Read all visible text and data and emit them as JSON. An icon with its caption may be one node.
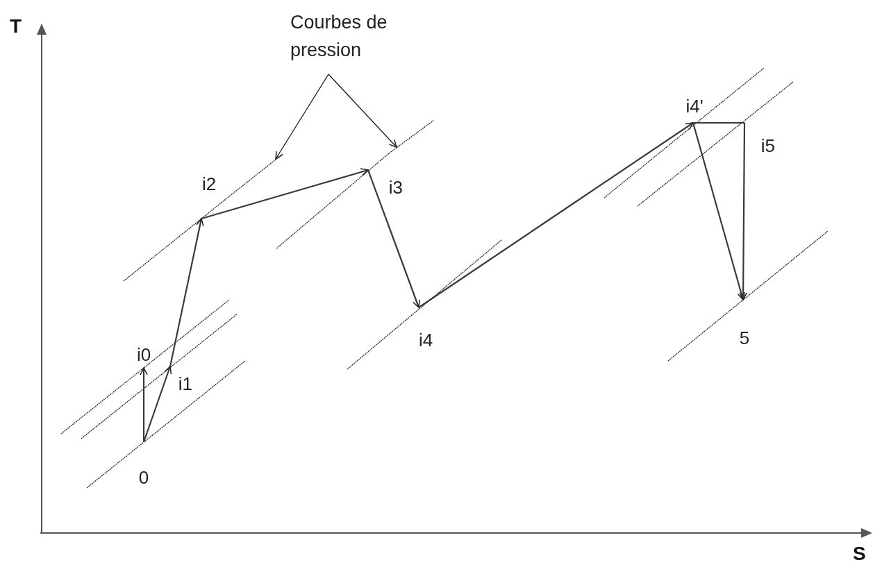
{
  "diagram": {
    "nodes": [
      {
        "text": [
          "Courbes de pression"
        ]
      },
      {
        "text": [],
        "shape": "line"
      },
      {
        "text": [],
        "shape": "line"
      },
      {
        "text": [
          "i4'"
        ]
      },
      {
        "text": [
          "i5"
        ]
      },
      {
        "text": [
          "i2"
        ]
      },
      {
        "text": [
          "i3"
        ]
      },
      {
        "text": [
          "i4"
        ]
      },
      {
        "text": [
          "5"
        ]
      },
      {
        "text": [
          "i0"
        ]
      },
      {
        "text": [
          "i1"
        ]
      },
      {
        "text": [
          "0"
        ]
      }
    ],
    "edges": [
      {
        "from": 0,
        "to": 1,
        "arrow": "to"
      },
      {
        "from": 0,
        "to": 2,
        "arrow": "to"
      },
      {
        "from": 11,
        "to": 9,
        "arrow": "to"
      },
      {
        "from": 11,
        "to": 10,
        "arrow": "to"
      },
      {
        "from": 10,
        "to": 5,
        "arrow": "to"
      },
      {
        "from": 5,
        "to": 6,
        "arrow": "to"
      },
      {
        "from": 6,
        "to": 7,
        "arrow": "to"
      },
      {
        "from": 7,
        "to": 3,
        "arrow": "to"
      },
      {
        "from": 3,
        "to": 4,
        "arrow": "none"
      },
      {
        "from": 3,
        "to": 8,
        "arrow": "to"
      },
      {
        "from": 4,
        "to": 8,
        "arrow": "to"
      }
    ],
    "labels": [
      "T",
      "S"
    ]
  }
}
